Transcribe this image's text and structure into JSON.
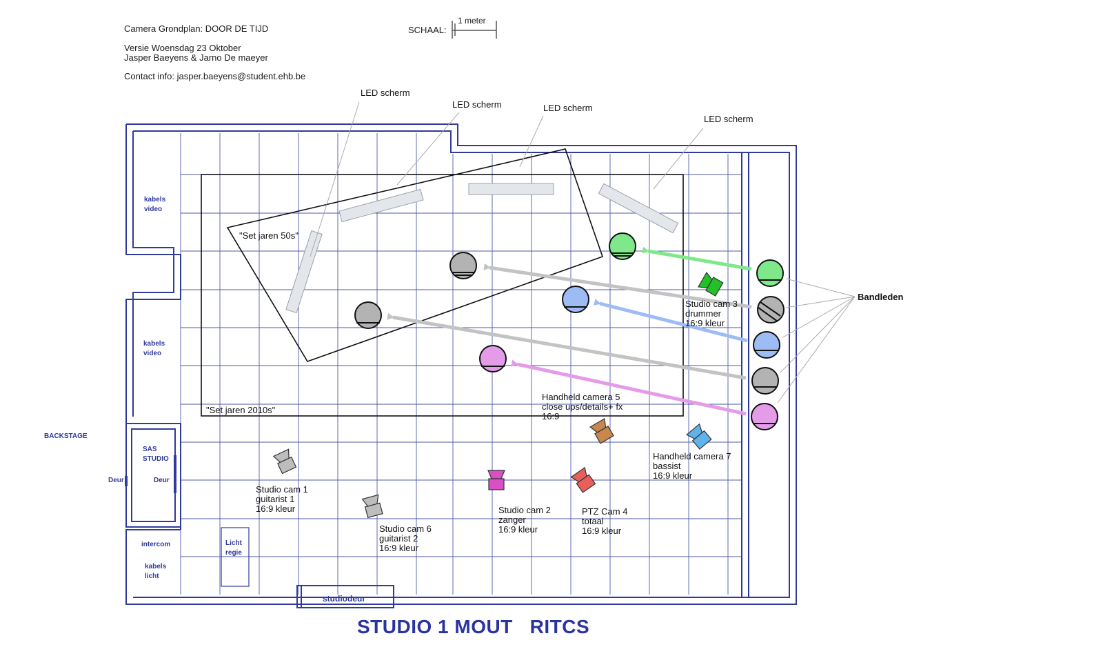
{
  "header": {
    "title": "Camera Grondplan: DOOR DE TIJD",
    "version": "Versie Woensdag 23 Oktober",
    "authors": "Jasper Baeyens & Jarno De maeyer",
    "contact": "Contact info: jasper.baeyens@student.ehb.be",
    "scale_label": "SCHAAL:",
    "scale_value": "1 meter"
  },
  "labels": {
    "led_screens": [
      "LED scherm",
      "LED scherm",
      "LED scherm",
      "LED scherm"
    ],
    "set_50s": "\"Set jaren 50s\"",
    "set_2010s": "\"Set jaren 2010s\"",
    "band_members": "Bandleden",
    "studio_name": "STUDIO 1 MOUT   RITCS"
  },
  "rooms": {
    "kabels_video_1": [
      "kabels",
      "video"
    ],
    "kabels_video_2": [
      "kabels",
      "video"
    ],
    "backstage": "BACKSTAGE",
    "sas_studio": [
      "SAS",
      "STUDIO"
    ],
    "deur_outer": "Deur",
    "deur_inner": "Deur",
    "intercom": "intercom",
    "kabels_licht": [
      "kabels",
      "licht"
    ],
    "licht_regie": [
      "Licht",
      "regie"
    ],
    "studiodeur": "studiodeur"
  },
  "cameras": [
    {
      "name": "Studio cam 1",
      "role": "guitarist 1",
      "format": "16:9 kleur",
      "color": "#bdbdbd"
    },
    {
      "name": "Studio cam 6",
      "role": "guitarist 2",
      "format": "16:9 kleur",
      "color": "#bdbdbd"
    },
    {
      "name": "Studio cam 2",
      "role": "zanger",
      "format": "16:9 kleur",
      "color": "#d94fc4"
    },
    {
      "name": "PTZ Cam 4",
      "role": "totaal",
      "format": "16:9 kleur",
      "color": "#e8605c"
    },
    {
      "name": "Handheld camera 5",
      "role": "close ups/details+ fx",
      "format": "16:9",
      "color": "#c8874d"
    },
    {
      "name": "Handheld camera 7",
      "role": "bassist",
      "format": "16:9 kleur",
      "color": "#5fb3e8"
    },
    {
      "name": "Studio cam 3",
      "role": "drummer",
      "format": "16:9 kleur",
      "color": "#22c12a"
    }
  ],
  "colors": {
    "wall": "#2f3a9a",
    "grid": "#2f3a9a",
    "band_green": "#7fe88a",
    "band_gray": "#b3b3b3",
    "band_blue": "#9dbcf3",
    "band_pink": "#e59ce8",
    "arrow_green": "#7fe88a",
    "arrow_gray": "#c3c3c3",
    "arrow_blue": "#9dbcf3",
    "arrow_pink": "#e59ce8",
    "led_panel": "#e3e6ea"
  }
}
